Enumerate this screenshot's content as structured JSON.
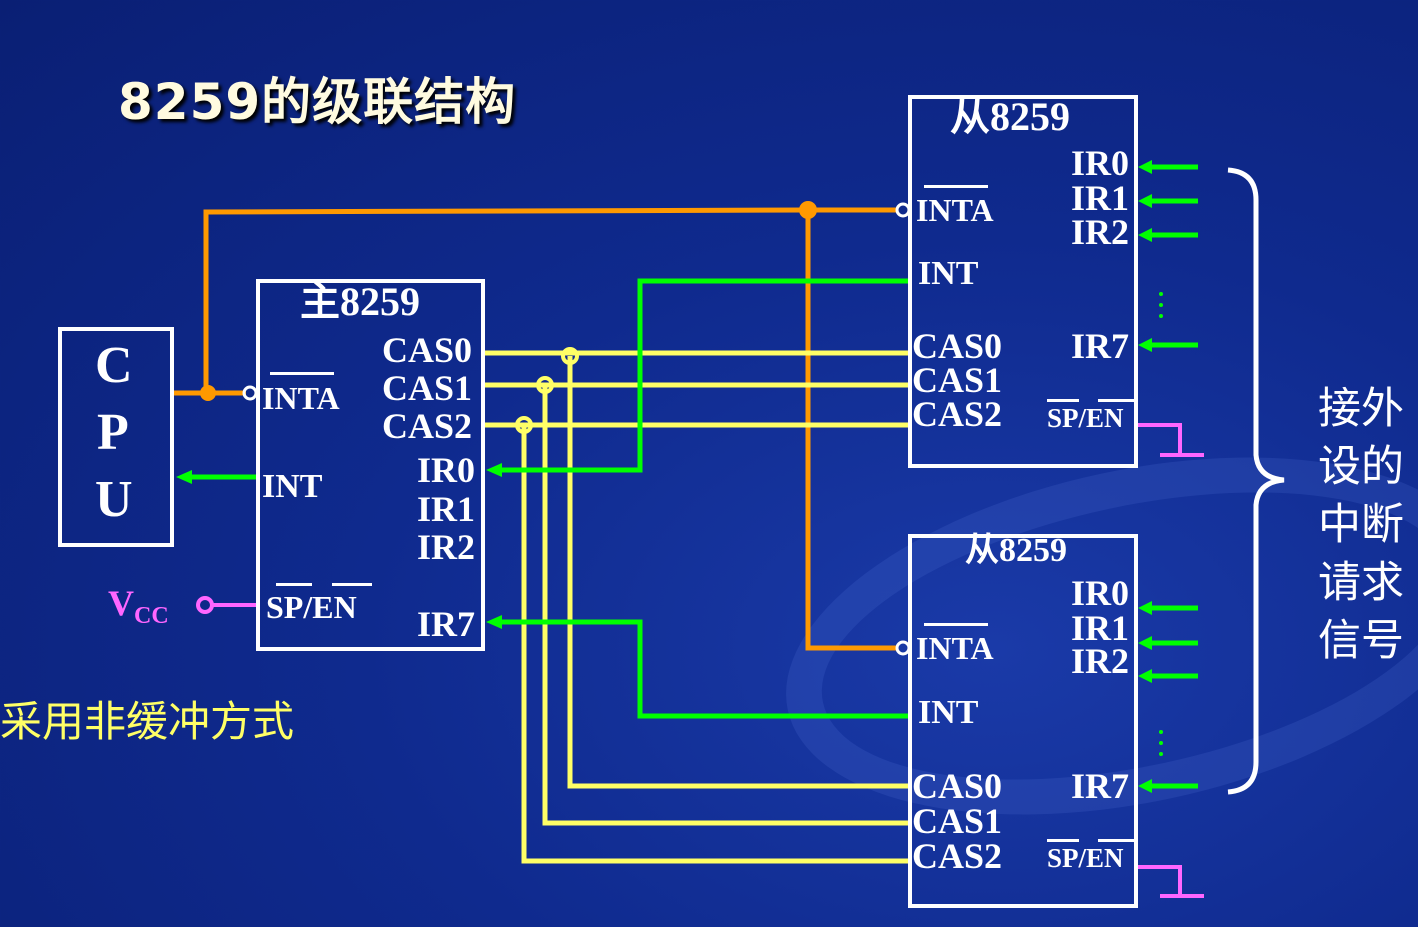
{
  "title": "8259的级联结构",
  "cpu": {
    "letters": [
      "C",
      "P",
      "U"
    ]
  },
  "master": {
    "name": "主8259",
    "inta": "INTA",
    "int": "INT",
    "sp_en": "SP/EN",
    "cas": [
      "CAS0",
      "CAS1",
      "CAS2"
    ],
    "ir": [
      "IR0",
      "IR1",
      "IR2",
      "IR7"
    ]
  },
  "slave1": {
    "name": "从8259",
    "inta": "INTA",
    "int": "INT",
    "cas": [
      "CAS0",
      "CAS1",
      "CAS2"
    ],
    "ir": [
      "IR0",
      "IR1",
      "IR2",
      "IR7"
    ],
    "sp_en": "SP/EN"
  },
  "slave2": {
    "name": "从8259",
    "inta": "INTA",
    "int": "INT",
    "cas": [
      "CAS0",
      "CAS1",
      "CAS2"
    ],
    "ir": [
      "IR0",
      "IR1",
      "IR2",
      "IR7"
    ],
    "sp_en": "SP/EN"
  },
  "vcc": {
    "main": "V",
    "sub": "CC"
  },
  "note": "采用非缓冲方式",
  "side_label": [
    "接外",
    "设的",
    "中断",
    "请求",
    "信号"
  ],
  "colors": {
    "inta_wire": "#ff9900",
    "cas_wire": "#ffff66",
    "int_wire": "#00ff00",
    "ir_arrow": "#00ff00",
    "vcc_wire": "#ff66ff",
    "ground": "#ff66ff"
  }
}
